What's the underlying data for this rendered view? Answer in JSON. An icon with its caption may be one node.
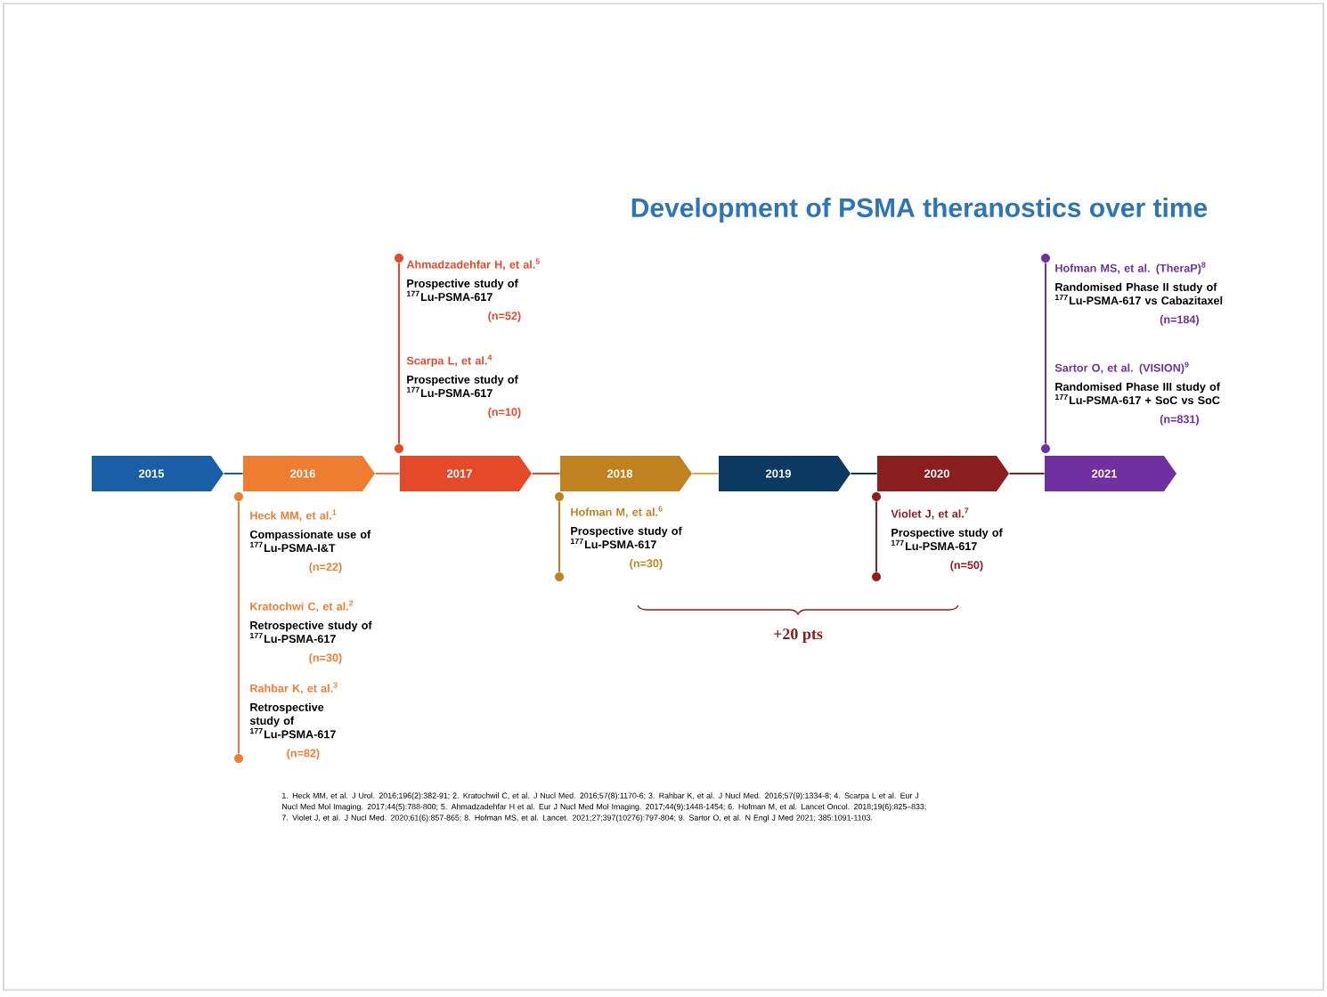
{
  "diagram": {
    "title": "Development of PSMA theranostics over time",
    "nodes": [
      {
        "text": [
          "2015"
        ]
      },
      {
        "text": [
          "2016"
        ]
      },
      {
        "text": [
          "2017"
        ]
      },
      {
        "text": [
          "2018"
        ]
      },
      {
        "text": [
          "2019"
        ]
      },
      {
        "text": [
          "2020"
        ]
      },
      {
        "text": [
          "2021"
        ]
      },
      {
        "text": [
          "Ahmadzadehfar H, et al.$^{5}$",
          "Prospective study of $^{177}$Lu-PSMA-617",
          "(n=52)"
        ]
      },
      {
        "text": [
          "Scarpa L, et al.$^{4}$",
          "Prospective study of $^{177}$Lu-PSMA-617",
          "(n=10)"
        ]
      },
      {
        "text": [
          "Heck MM, et al.$^{1}$",
          "Compassionate use of $^{177}$Lu-PSMA-I&T",
          "(n=22)"
        ]
      },
      {
        "text": [
          "Kratochwi C, et al.$^{2}$",
          "Retrospective study of $^{177}$Lu-PSMA-617",
          "(n=30)"
        ]
      },
      {
        "text": [
          "Rahbar K, et al.$^{3}$",
          "Retrospective study of $^{177}$Lu-PSMA-617",
          "(n=82)"
        ]
      },
      {
        "text": [
          "Hofman M, et al.$^{6}$",
          "Prospective study of $^{177}$Lu-PSMA-617",
          "(n=30)"
        ]
      },
      {
        "text": [
          "Violet J, et al.$^{7}$",
          "Prospective study of $^{177}$Lu-PSMA-617",
          "(n=50)"
        ]
      },
      {
        "text": [
          "Hofman MS, et al. (TheraP)$^{8}$",
          "Randomised Phase II study of $^{177}$Lu-PSMA-617 vs Cabazitaxel",
          "(n=184)"
        ]
      },
      {
        "text": [
          "Sartor O, et al. (VISION)$^{9}$",
          "Randomised Phase III study of $^{177}$Lu-PSMA-617 + SoC vs SoC",
          "(n=831)"
        ]
      },
      {
        "text": [],
        "shape": "circle"
      },
      {
        "text": [],
        "shape": "circle"
      },
      {
        "text": [],
        "shape": "circle"
      },
      {
        "text": [],
        "shape": "circle"
      },
      {
        "text": [],
        "shape": "circle"
      },
      {
        "text": [],
        "shape": "circle"
      },
      {
        "text": [],
        "shape": "circle"
      },
      {
        "text": [],
        "shape": "circle"
      },
      {
        "text": [],
        "shape": "circle"
      },
      {
        "text": [],
        "shape": "circle"
      }
    ],
    "edges": [
      {
        "from": 0,
        "to": 1,
        "arrow": "none",
        "color": "#1a5ea8"
      },
      {
        "from": 1,
        "to": 2,
        "arrow": "none",
        "color": "#ee7d31"
      },
      {
        "from": 2,
        "to": 3,
        "arrow": "none",
        "color": "#e4492a"
      },
      {
        "from": 3,
        "to": 4,
        "arrow": "none",
        "color": "#e0a83a"
      },
      {
        "from": 4,
        "to": 5,
        "arrow": "none",
        "color": "#0d3a62"
      },
      {
        "from": 5,
        "to": 6,
        "arrow": "none",
        "color": "#8b1e1f"
      },
      {
        "from": 16,
        "to": 17,
        "arrow": "none",
        "color": "#ee7d31"
      },
      {
        "from": 19,
        "to": 18,
        "arrow": "none",
        "color": "#e4492a"
      },
      {
        "from": 20,
        "to": 21,
        "arrow": "none",
        "color": "#c0821e"
      },
      {
        "from": 22,
        "to": 23,
        "arrow": "none",
        "color": "#8b1e1f"
      },
      {
        "from": 25,
        "to": 24,
        "arrow": "none",
        "color": "#7030a0"
      }
    ],
    "labels": [
      "+20 pts",
      "1. Heck MM, et al. J Urol. 2016;196(2):382-91; 2. Kratochwil C, et al. J Nucl Med. 2016;57(8):1170-6; 3. Rahbar K, et al. J Nucl Med. 2016;57(9):1334-8; 4. Scarpa L et al. Eur J Nucl Med Mol Imaging. 2017;44(5):788-800; 5. Ahmadzadehfar H et al. Eur J Nucl Med Mol Imaging. 2017;44(9):1448-1454; 6. Hofman M, et al. Lancet Oncol. 2018;19(6):825–833; 7. Violet J, et al. J Nucl Med. 2020;61(6):857-865; 8. Hofman MS, et al. Lancet. 2021;27;397(10276):797-804; 9. Sartor O, et al. N Engl J Med 2021; 385:1091-1103."
    ]
  }
}
